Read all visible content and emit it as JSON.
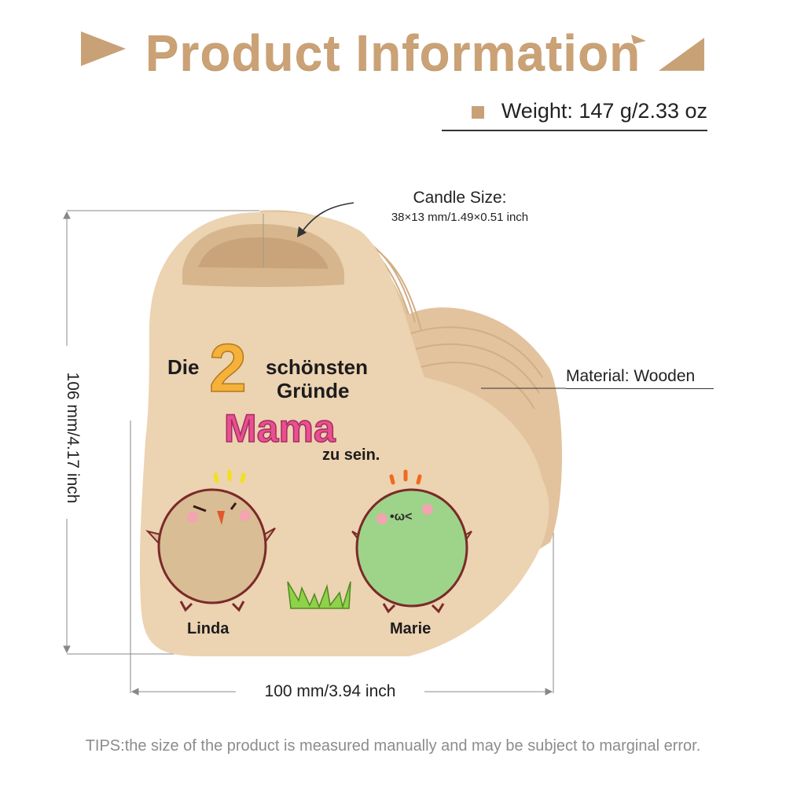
{
  "title": "Product Information",
  "weight": {
    "label": "Weight: 147 g/2.33 oz"
  },
  "candle": {
    "title": "Candle Size:",
    "size": "38×13 mm/1.49×0.51 inch"
  },
  "material": {
    "label": "Material: Wooden"
  },
  "dimensions": {
    "height": "106 mm/4.17 inch",
    "width": "100 mm/3.94 inch"
  },
  "print": {
    "die": "Die",
    "number": "2",
    "line1": "schönsten",
    "line2": "Gründe",
    "mama": "Mama",
    "line3": "zu sein.",
    "name_left": "Linda",
    "name_right": "Marie"
  },
  "tips": "TIPS:the size of the product is measured manually and may be subject to marginal error.",
  "colors": {
    "accent": "#c9a177",
    "wood": "#e8ccaa",
    "mama_pink": "#e8508f",
    "number_orange": "#f5b13a",
    "char_left": "#d9bd95",
    "char_right": "#9ed489"
  },
  "icons": [
    "triangle-decor-icon",
    "arrow-curve-icon",
    "grass-icon"
  ]
}
